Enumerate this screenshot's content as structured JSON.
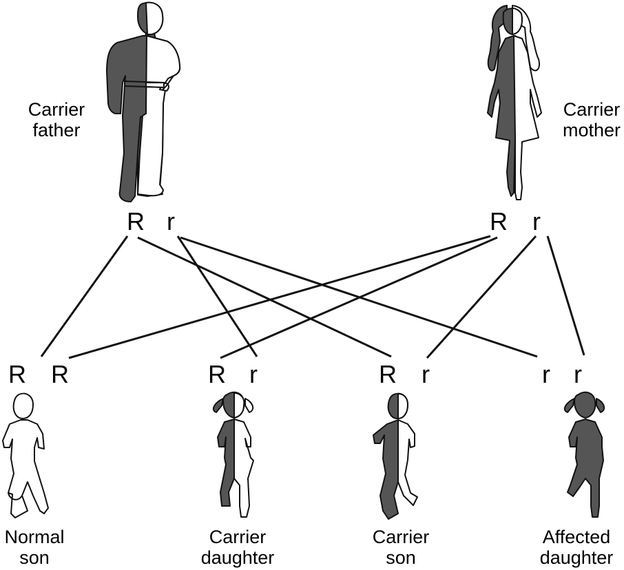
{
  "colors": {
    "affected": "#555555",
    "normal": "#ffffff",
    "outline": "#111111"
  },
  "parents": {
    "father": {
      "label_line1": "Carrier",
      "label_line2": "father",
      "allele1": "R",
      "allele2": "r",
      "icon": "man-figure-icon",
      "shading": "half"
    },
    "mother": {
      "label_line1": "Carrier",
      "label_line2": "mother",
      "allele1": "R",
      "allele2": "r",
      "icon": "woman-figure-icon",
      "shading": "half"
    }
  },
  "offspring": [
    {
      "allele1": "R",
      "allele2": "R",
      "label_line1": "Normal",
      "label_line2": "son",
      "icon": "boy-figure-icon",
      "shading": "none"
    },
    {
      "allele1": "R",
      "allele2": "r",
      "label_line1": "Carrier",
      "label_line2": "daughter",
      "icon": "girl-figure-icon",
      "shading": "half"
    },
    {
      "allele1": "R",
      "allele2": "r",
      "label_line1": "Carrier",
      "label_line2": "son",
      "icon": "boy-figure-icon",
      "shading": "half"
    },
    {
      "allele1": "r",
      "allele2": "r",
      "label_line1": "Affected",
      "label_line2": "daughter",
      "icon": "girl-figure-icon",
      "shading": "full"
    }
  ]
}
